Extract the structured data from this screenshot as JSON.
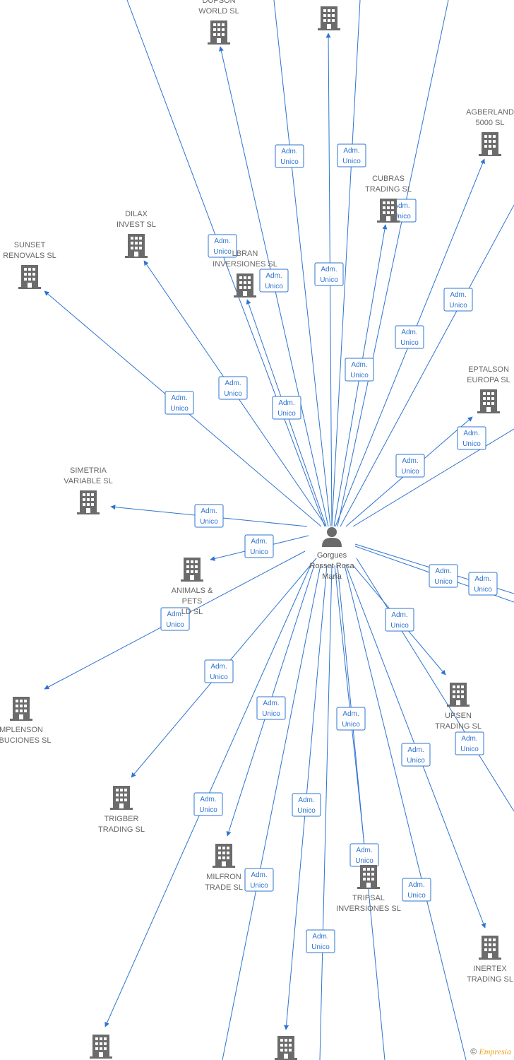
{
  "diagram": {
    "person": {
      "id": "p",
      "name_lines": [
        "Gorgues",
        "Rosset Rosa",
        "Maria"
      ]
    },
    "edge_label_lines": [
      "Adm.",
      "Unico"
    ],
    "companies": [
      {
        "id": "c1",
        "label_lines": [
          "DUPSON",
          "WORLD SL"
        ]
      },
      {
        "id": "c2",
        "label_lines": []
      },
      {
        "id": "c3",
        "label_lines": [
          "AGBERLAND",
          "5000 SL"
        ]
      },
      {
        "id": "c4",
        "label_lines": [
          "CUBRAS",
          "TRADING SL"
        ]
      },
      {
        "id": "c5",
        "label_lines": [
          "DILAX",
          "INVEST SL"
        ]
      },
      {
        "id": "c6",
        "label_lines": [
          "SUNSET",
          "RENOVALS SL"
        ]
      },
      {
        "id": "c7",
        "label_lines": [
          "LBRAN",
          "INVERSIONES SL"
        ]
      },
      {
        "id": "c8",
        "label_lines": [
          "EPTALSON",
          "EUROPA SL"
        ]
      },
      {
        "id": "c9",
        "label_lines": [
          "SIMETRIA",
          "VARIABLE SL"
        ]
      },
      {
        "id": "c10",
        "label_lines": [
          "ANIMALS &",
          "PETS",
          "LD SL"
        ]
      },
      {
        "id": "c11",
        "label_lines": [
          "MPLENSON",
          "RIBUCIONES SL"
        ]
      },
      {
        "id": "c12",
        "label_lines": [
          "UPSEN",
          "TRADING SL"
        ]
      },
      {
        "id": "c13",
        "label_lines": [
          "TRIGBER",
          "TRADING SL"
        ]
      },
      {
        "id": "c14",
        "label_lines": [
          "MILFRON",
          "TRADE SL"
        ]
      },
      {
        "id": "c15",
        "label_lines": [
          "TRIPSAL",
          "INVERSIONES SL"
        ]
      },
      {
        "id": "c16",
        "label_lines": [
          "INERTEX",
          "TRADING SL"
        ]
      },
      {
        "id": "c17",
        "label_lines": []
      },
      {
        "id": "c18",
        "label_lines": []
      }
    ]
  },
  "colors": {
    "edge": "#2e74d0",
    "building": "#6b6b6b",
    "label_text": "#666666"
  },
  "footer": {
    "copyright_symbol": "©",
    "brand": "Empresia"
  }
}
